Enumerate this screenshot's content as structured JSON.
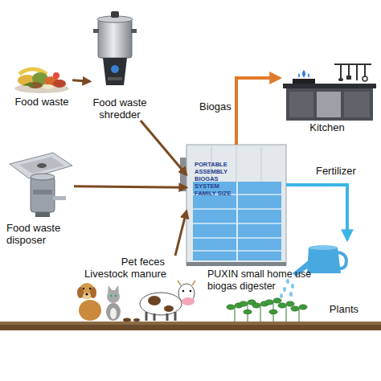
{
  "diagram": {
    "nodes": [
      {
        "text": [
          "Food waste"
        ]
      },
      {
        "text": [
          "Food waste shredder"
        ]
      },
      {
        "text": [
          "Kitchen"
        ]
      },
      {
        "text": [
          "Food waste disposer"
        ]
      },
      {
        "text": [
          "PORTABLE ASSEMBLY BIOGAS SYSTEM FAMILY SIZE",
          "PUXIN small home use biogas digester"
        ]
      },
      {
        "text": [
          "Pet feces",
          "Livestock manure"
        ]
      },
      {
        "text": [
          "Plants"
        ]
      }
    ],
    "edges": [
      {
        "from": 0,
        "to": 1,
        "arrow": "to"
      },
      {
        "from": 1,
        "to": 4,
        "arrow": "to"
      },
      {
        "from": 3,
        "to": 4,
        "arrow": "to"
      },
      {
        "from": 5,
        "to": 4,
        "arrow": "to"
      },
      {
        "from": 4,
        "to": 2,
        "label": "Biogas",
        "arrow": "to"
      },
      {
        "from": 4,
        "to": 6,
        "label": "Fertilizer",
        "arrow": "to"
      }
    ]
  }
}
